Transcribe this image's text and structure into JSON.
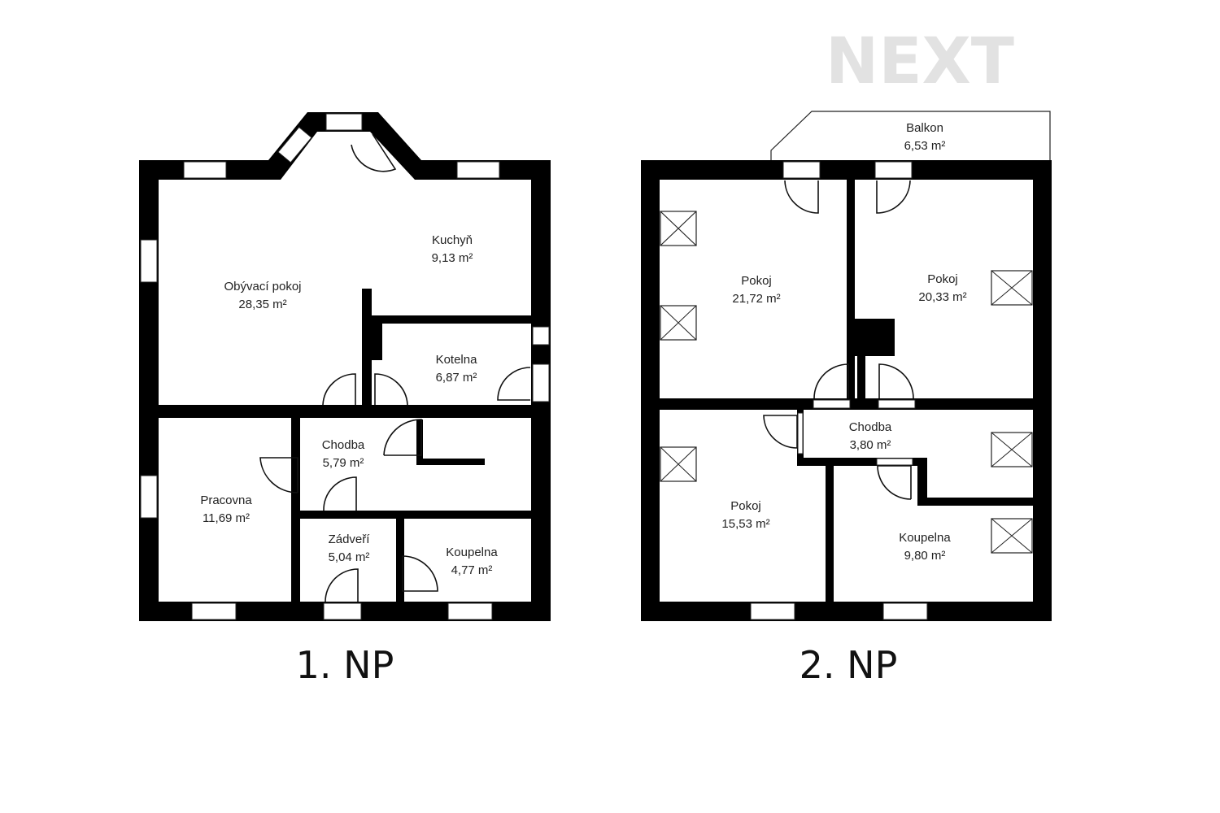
{
  "logo": "NEXT",
  "floors": [
    {
      "title": "1. NP",
      "rooms": [
        {
          "name": "Obývací pokoj",
          "area": "28,35 m²"
        },
        {
          "name": "Kuchyň",
          "area": "9,13 m²"
        },
        {
          "name": "Kotelna",
          "area": "6,87 m²"
        },
        {
          "name": "Chodba",
          "area": "5,79 m²"
        },
        {
          "name": "Pracovna",
          "area": "11,69 m²"
        },
        {
          "name": "Zádveří",
          "area": "5,04 m²"
        },
        {
          "name": "Koupelna",
          "area": "4,77 m²"
        }
      ]
    },
    {
      "title": "2. NP",
      "rooms": [
        {
          "name": "Balkon",
          "area": "6,53 m²"
        },
        {
          "name": "Pokoj",
          "area": "21,72 m²"
        },
        {
          "name": "Pokoj",
          "area": "20,33 m²"
        },
        {
          "name": "Chodba",
          "area": "3,80 m²"
        },
        {
          "name": "Pokoj",
          "area": "15,53 m²"
        },
        {
          "name": "Koupelna",
          "area": "9,80 m²"
        }
      ]
    }
  ]
}
